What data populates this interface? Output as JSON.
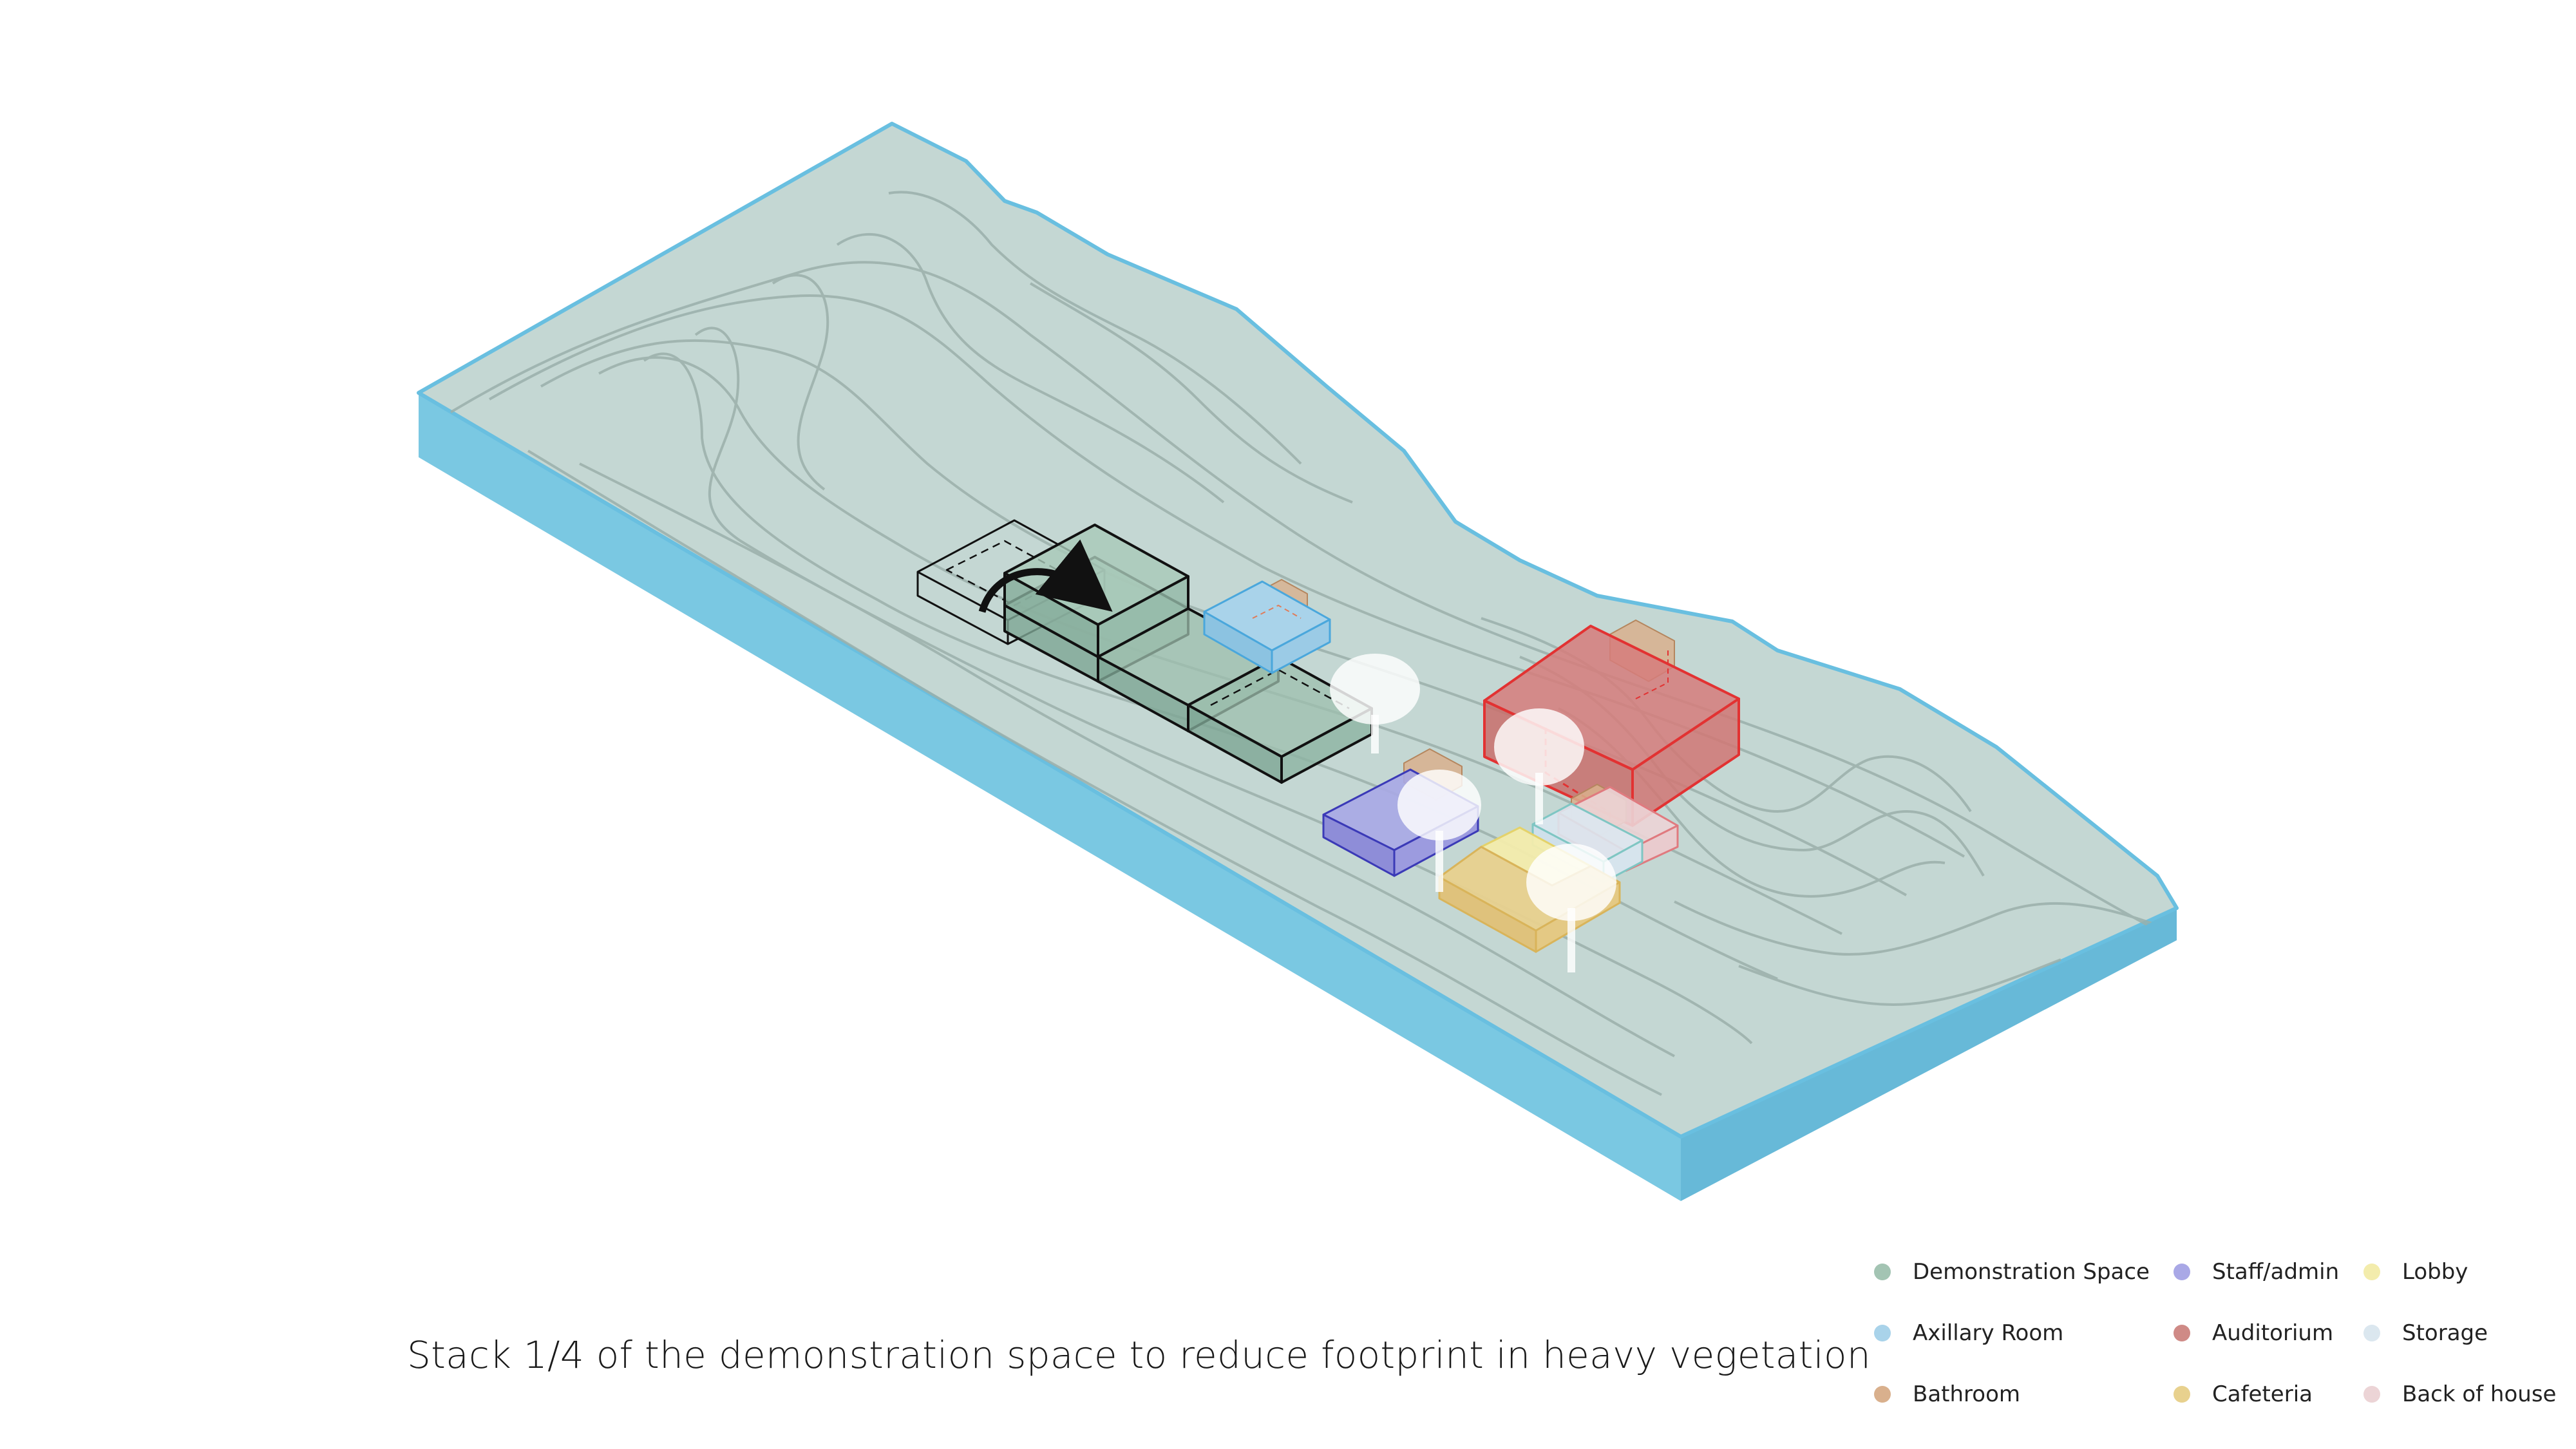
{
  "caption": "Stack 1/4 of the demonstration space to reduce footprint in heavy vegetation",
  "legend": [
    {
      "label": "Demonstration Space",
      "color": "#a3c4b3"
    },
    {
      "label": "Axillary Room",
      "color": "#a9d3ea"
    },
    {
      "label": "Bathroom",
      "color": "#d9b08d"
    },
    {
      "label": "Staff/admin",
      "color": "#a9a8e6"
    },
    {
      "label": "Auditorium",
      "color": "#cf8a86"
    },
    {
      "label": "Cafeteria",
      "color": "#e8d18e"
    },
    {
      "label": "Lobby",
      "color": "#f3ecac"
    },
    {
      "label": "Storage",
      "color": "#dbe7ef"
    },
    {
      "label": "Back of house",
      "color": "#ecd4d6"
    }
  ],
  "colors": {
    "terrain_top": "#c4d7d3",
    "terrain_side": "#7ac8e2",
    "terrain_edge": "#69bfe0",
    "contour": "#9bb0ab",
    "demonstration_outline": "#111111",
    "auditorium_outline": "#e23232"
  },
  "icons": [
    "curved-arrow-icon",
    "tree-icon"
  ]
}
